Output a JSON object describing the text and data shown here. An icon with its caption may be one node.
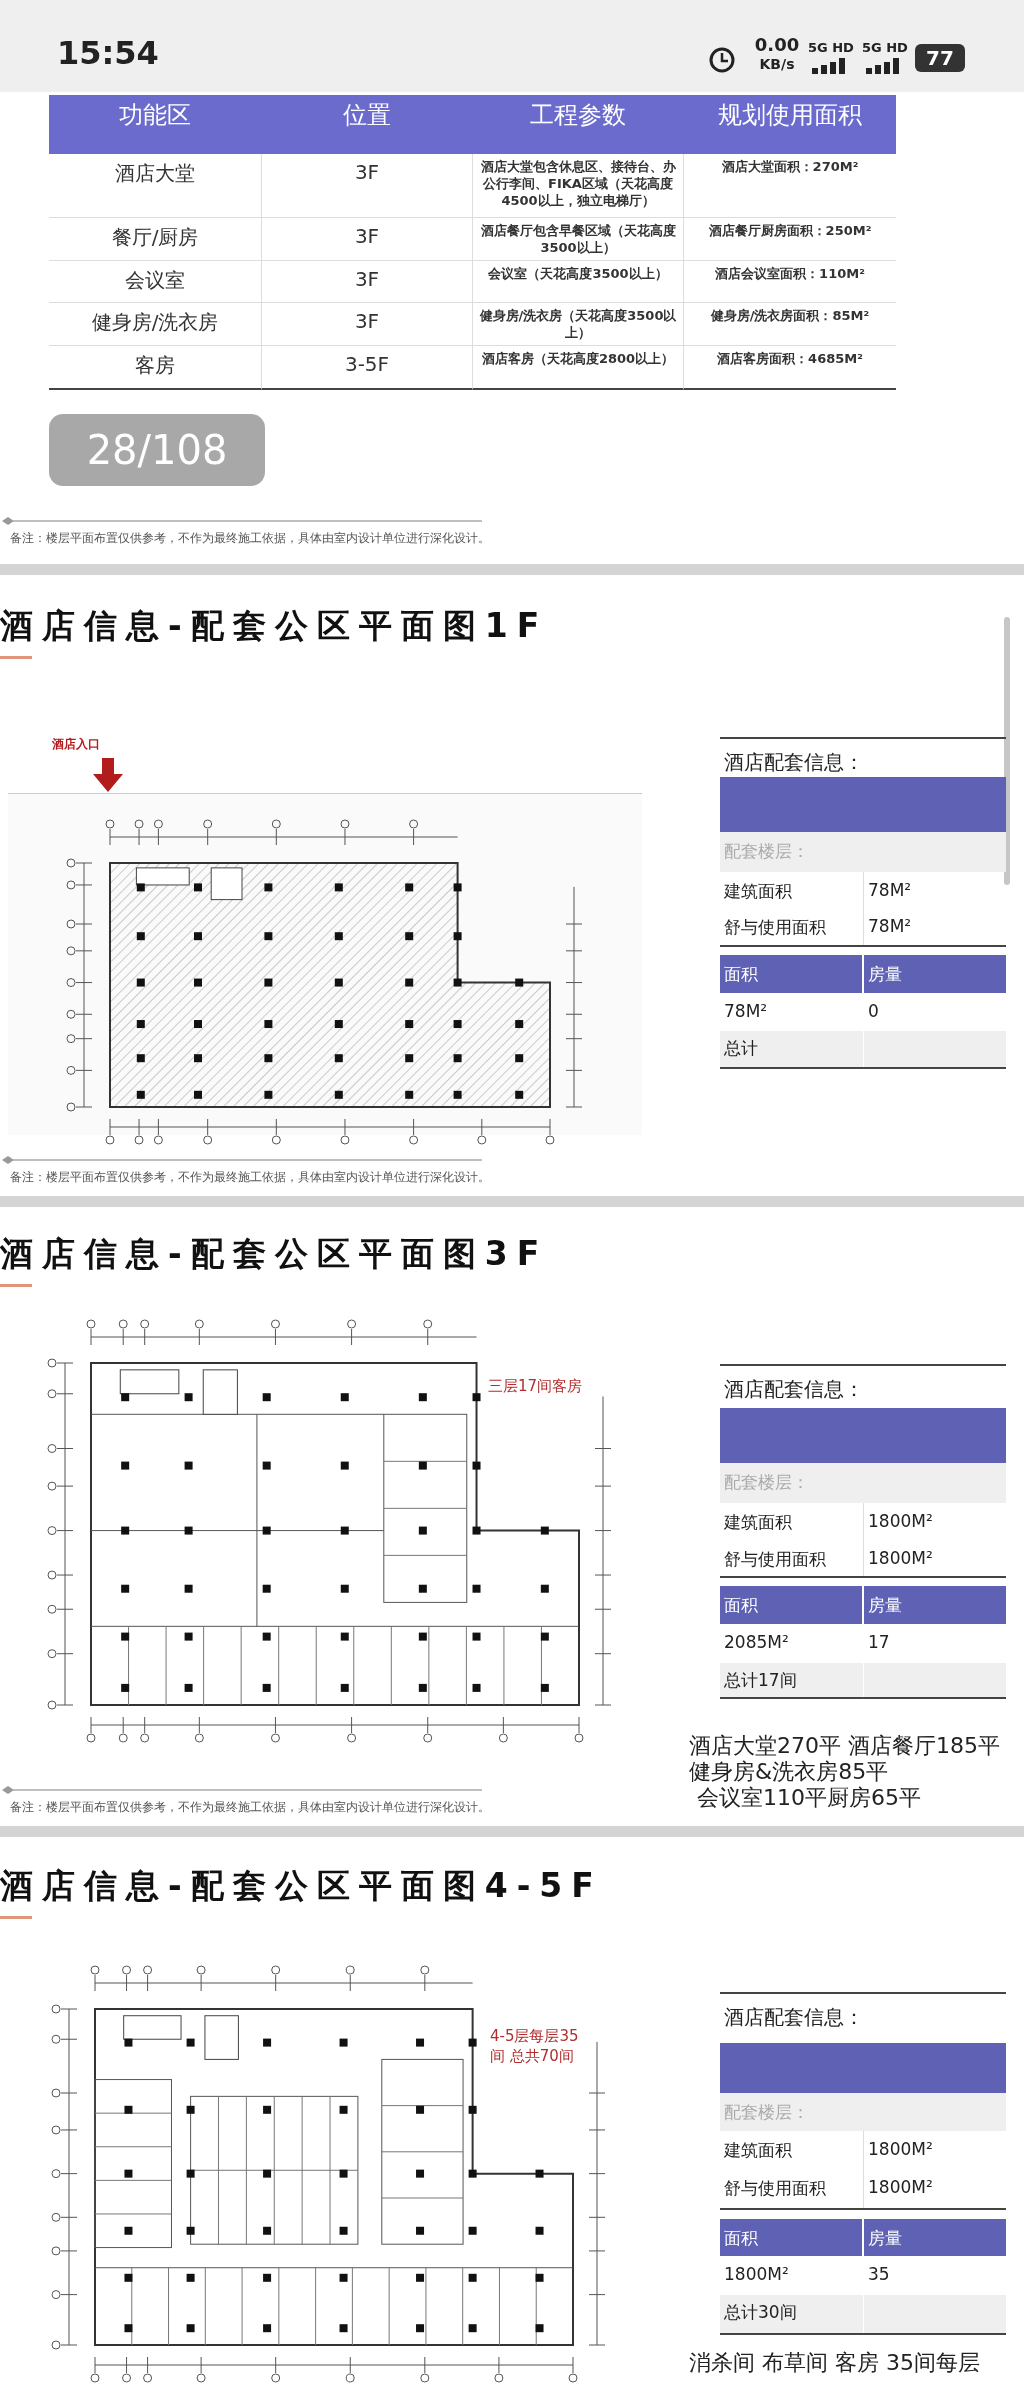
{
  "diagram": {
    "labels": [
      "15:54",
      "0.00",
      "KB/s",
      "5G HD",
      "5G HD",
      "77",
      "功能区",
      "位置",
      "工程参数",
      "规划使用面积",
      "酒店大堂",
      "3F",
      "酒店大堂包含休息区、接待台、办公行李间、FIKA区域（天花高度4500以上，独立电梯厅）",
      "酒店大堂面积：270M²",
      "餐厅/厨房",
      "3F",
      "酒店餐厅包含早餐区域（天花高度3500以上）",
      "酒店餐厅厨房面积：250M²",
      "会议室",
      "3F",
      "会议室（天花高度3500以上）",
      "酒店会议室面积：110M²",
      "健身房/洗衣房",
      "3F",
      "健身房/洗衣房（天花高度3500以上）",
      "健身房/洗衣房面积：85M²",
      "客房",
      "3-5F",
      "酒店客房（天花高度2800以上）",
      "酒店客房面积：4685M²",
      "28/108",
      "备注：楼层平面布置仅供参考，不作为最终施工依据，具体由室内设计单位进行深化设计。",
      "酒店信息-配套公区平面图1F",
      "酒店入口",
      "酒店配套信息：",
      "配套楼层：",
      "建筑面积",
      "78M²",
      "舒与使用面积",
      "78M²",
      "面积",
      "房量",
      "78M²",
      "0",
      "总计",
      "备注：楼层平面布置仅供参考，不作为最终施工依据，具体由室内设计单位进行深化设计。",
      "酒店信息-配套公区平面图3F",
      "三层17间客房",
      "酒店配套信息：",
      "配套楼层：",
      "建筑面积",
      "1800M²",
      "舒与使用面积",
      "1800M²",
      "面积",
      "房量",
      "2085M²",
      "17",
      "总计17间",
      "酒店大堂270平  酒店餐厅185平",
      "健身房&洗衣房85平",
      "会议室110平厨房65平",
      "备注：楼层平面布置仅供参考，不作为最终施工依据，具体由室内设计单位进行深化设计。",
      "酒店信息-配套公区平面图4-5F",
      "4-5层每层35间 总共70间",
      "酒店配套信息：",
      "配套楼层：",
      "建筑面积",
      "1800M²",
      "舒与使用面积",
      "1800M²",
      "面积",
      "房量",
      "1800M²",
      "35",
      "总计30间",
      "消杀间 布草间  客房 35间每层"
    ]
  }
}
